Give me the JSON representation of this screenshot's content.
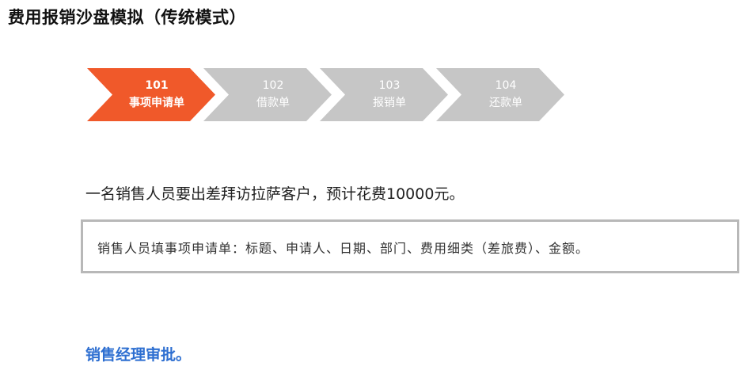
{
  "title": "费用报销沙盘模拟（传统模式）",
  "colors": {
    "active_step": "#f0592a",
    "inactive_step": "#c6c6c6",
    "step_text": "#ffffff",
    "approval_text": "#2e6fd1"
  },
  "steps": [
    {
      "number": "101",
      "name": "事项申请单",
      "active": true
    },
    {
      "number": "102",
      "name": "借款单",
      "active": false
    },
    {
      "number": "103",
      "name": "报销单",
      "active": false
    },
    {
      "number": "104",
      "name": "还款单",
      "active": false
    }
  ],
  "statement": "一名销售人员要出差拜访拉萨客户，预计花费10000元。",
  "note": "销售人员填事项申请单：标题、申请人、日期、部门、费用细类（差旅费）、金额。",
  "approval": "销售经理审批。"
}
